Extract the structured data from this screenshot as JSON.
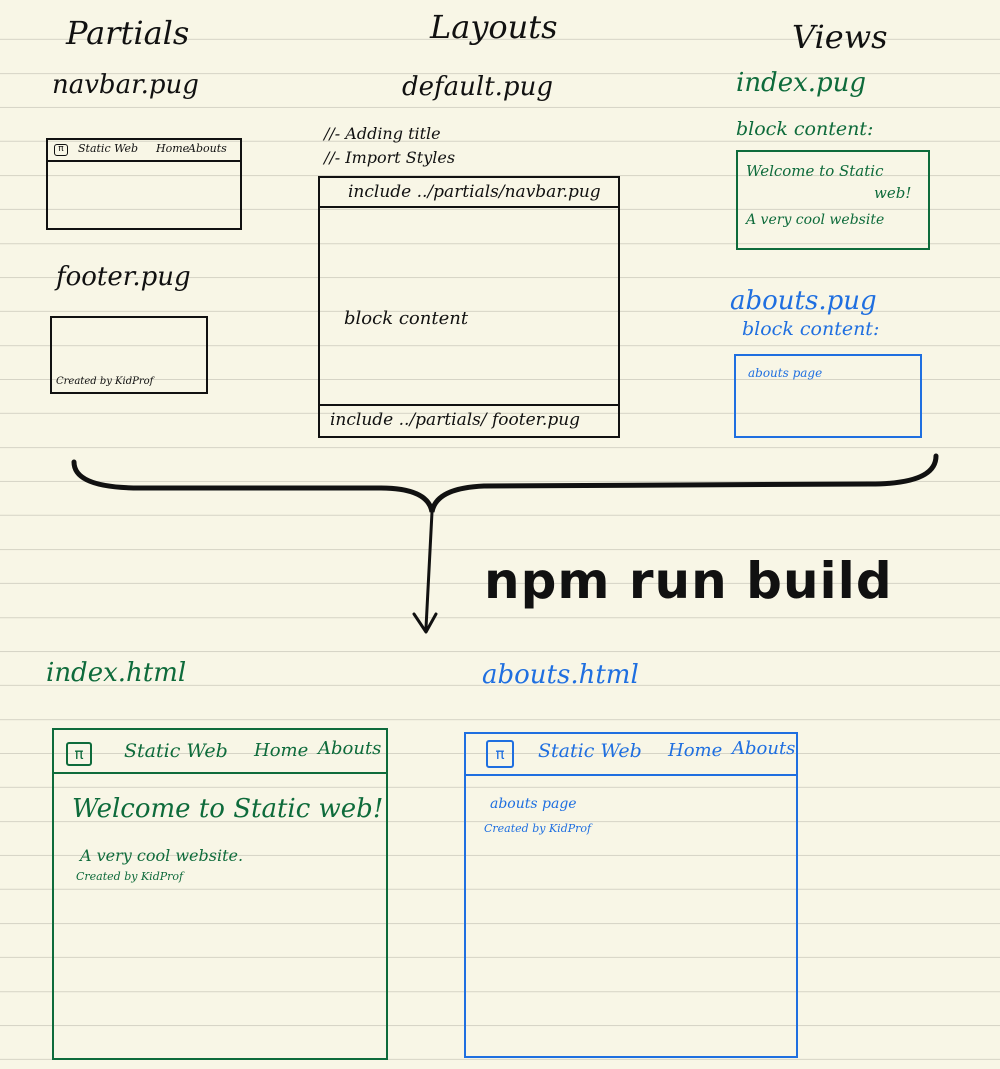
{
  "columns": {
    "partials": "Partials",
    "layouts": "Layouts",
    "views": "Views"
  },
  "partials": {
    "navbar_file": "navbar.pug",
    "navbar": {
      "logo": "π",
      "brand": "Static Web",
      "home": "Home",
      "abouts": "Abouts"
    },
    "footer_file": "footer.pug",
    "footer_text": "Created by KidProf"
  },
  "layout": {
    "file": "default.pug",
    "comment1": "//- Adding title",
    "comment2": "//- Import Styles",
    "include_navbar": "include   ../partials/navbar.pug",
    "block": "block content",
    "include_footer": "include   ../partials/ footer.pug"
  },
  "views": {
    "index_file": "index.pug",
    "index_block": "block content:",
    "index_line1": "Welcome to Static",
    "index_line1b": "web!",
    "index_line2": "A very cool website",
    "abouts_file": "abouts.pug",
    "abouts_block": "block content:",
    "abouts_text": "abouts page"
  },
  "build": {
    "command": "npm run build"
  },
  "output": {
    "index_file": "index.html",
    "abouts_file": "abouts.html",
    "nav": {
      "logo": "π",
      "brand": "Static Web",
      "home": "Home",
      "abouts": "Abouts"
    },
    "index_heading": "Welcome to Static web!",
    "index_sub": "A very cool website.",
    "index_footer": "Created by KidProf",
    "abouts_text": "abouts page",
    "abouts_footer": "Created by KidProf"
  },
  "colors": {
    "ink": "#111111",
    "green": "#0e6b3b",
    "blue": "#1f6fe0",
    "paper": "#f8f6e6"
  }
}
